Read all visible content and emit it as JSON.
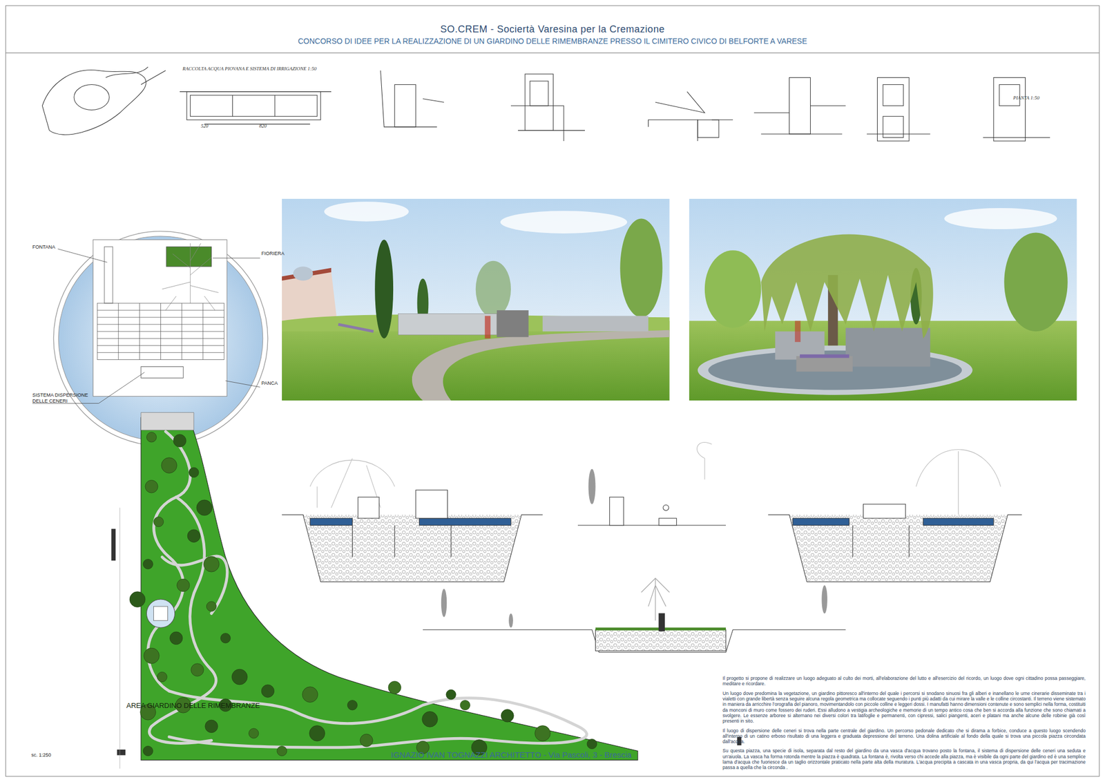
{
  "diagram": {
    "title": "SO.CREM - Sociertà Varesina per la Cremazione",
    "labels": [
      "CONCORSO DI IDEE PER LA REALIZZAZIONE DI UN GIARDINO DELLE RIMEMBRANZE PRESSO IL CIMITERO CIVICO DI BELFORTE A VARESE",
      "RACCOLTA ACQUA PIOVANA E SISTEMA DI IRRIGAZIONE 1:50",
      "520",
      "820",
      "PIANTA 1:50",
      "FONTANA",
      "FIORIERA",
      "SISTEMA DISPERSIONE DELLE CENERI",
      "PANCA",
      "AREA GIARDINO DELLE RIMEMBRANZE",
      "sc. 1:250",
      "IGNAZIO IVAN TOGNAZZI ARCHITETTO - Via Pascoli, 3  -  Brescia",
      "Il progetto si propone di realizzare un luogo adeguato al culto dei morti, all'elaborazione del lutto e all'esercizio del ricordo, un luogo dove ogni cittadino possa passeggiare, meditare e ricordare.",
      "Un luogo dove predomina la vegetazione, un giardino pittoresco all'interno del quale i percorsi si snodano sinuosi fra gli alberi e inanellano le urne cinerarie disseminate tra i vialetti con grande libertà senza seguire alcuna regola geometrica ma collocate seguendo i punti più adatti da cui mirare la valle e le colline circostanti. Il terreno viene sistemato in maniera da arricchire l'orografia del pianoro, movimentandolo con piccole colline e leggeri dossi. I manufatti hanno dimensioni contenute e sono semplici nella forma, costituiti da monconi di muro come fossero dei ruderi. Essi alludono a vestigia archeologiche e memorie di un tempo antico cosa che ben si accorda alla funzione che sono chiamati a svolgere. Le essenze arboree si alternano nei diversi colori tra latifoglie e permanenti, con cipressi, salici piangenti, aceri e platani ma anche alcune delle robinie già così presenti in sito.",
      "Il luogo di dispersione delle ceneri si trova nella parte centrale del giardino. Un percorso pedonale dedicato che si dirama a forbice, conduce a questo luogo scendendo all'interno di un catino erboso risultato di una leggera e graduata depressione del terreno. Una dolina artificiale al fondo della quale si trova una piccola piazza circondata dall'acqua.",
      "Su questa piazza, una specie di isola, separata dal resto del giardino da una vasca d'acqua trovano posto la fontana, il sistema di dispersione delle ceneri una seduta e un'aiuola. La vasca ha forma rotonda mentre la piazza è quadrata. La fontana è, rivolta verso chi accede alla piazza, ma è visibile da ogni parte del giardino ed è una semplice lama d'acqua che fuoriesce da un taglio orizzontale praticato nella parte alta della muratura. L'acqua precipita a cascata in una vasca propria, da qui l'acqua per tracimazione passa a quella che la circonda ."
    ]
  }
}
